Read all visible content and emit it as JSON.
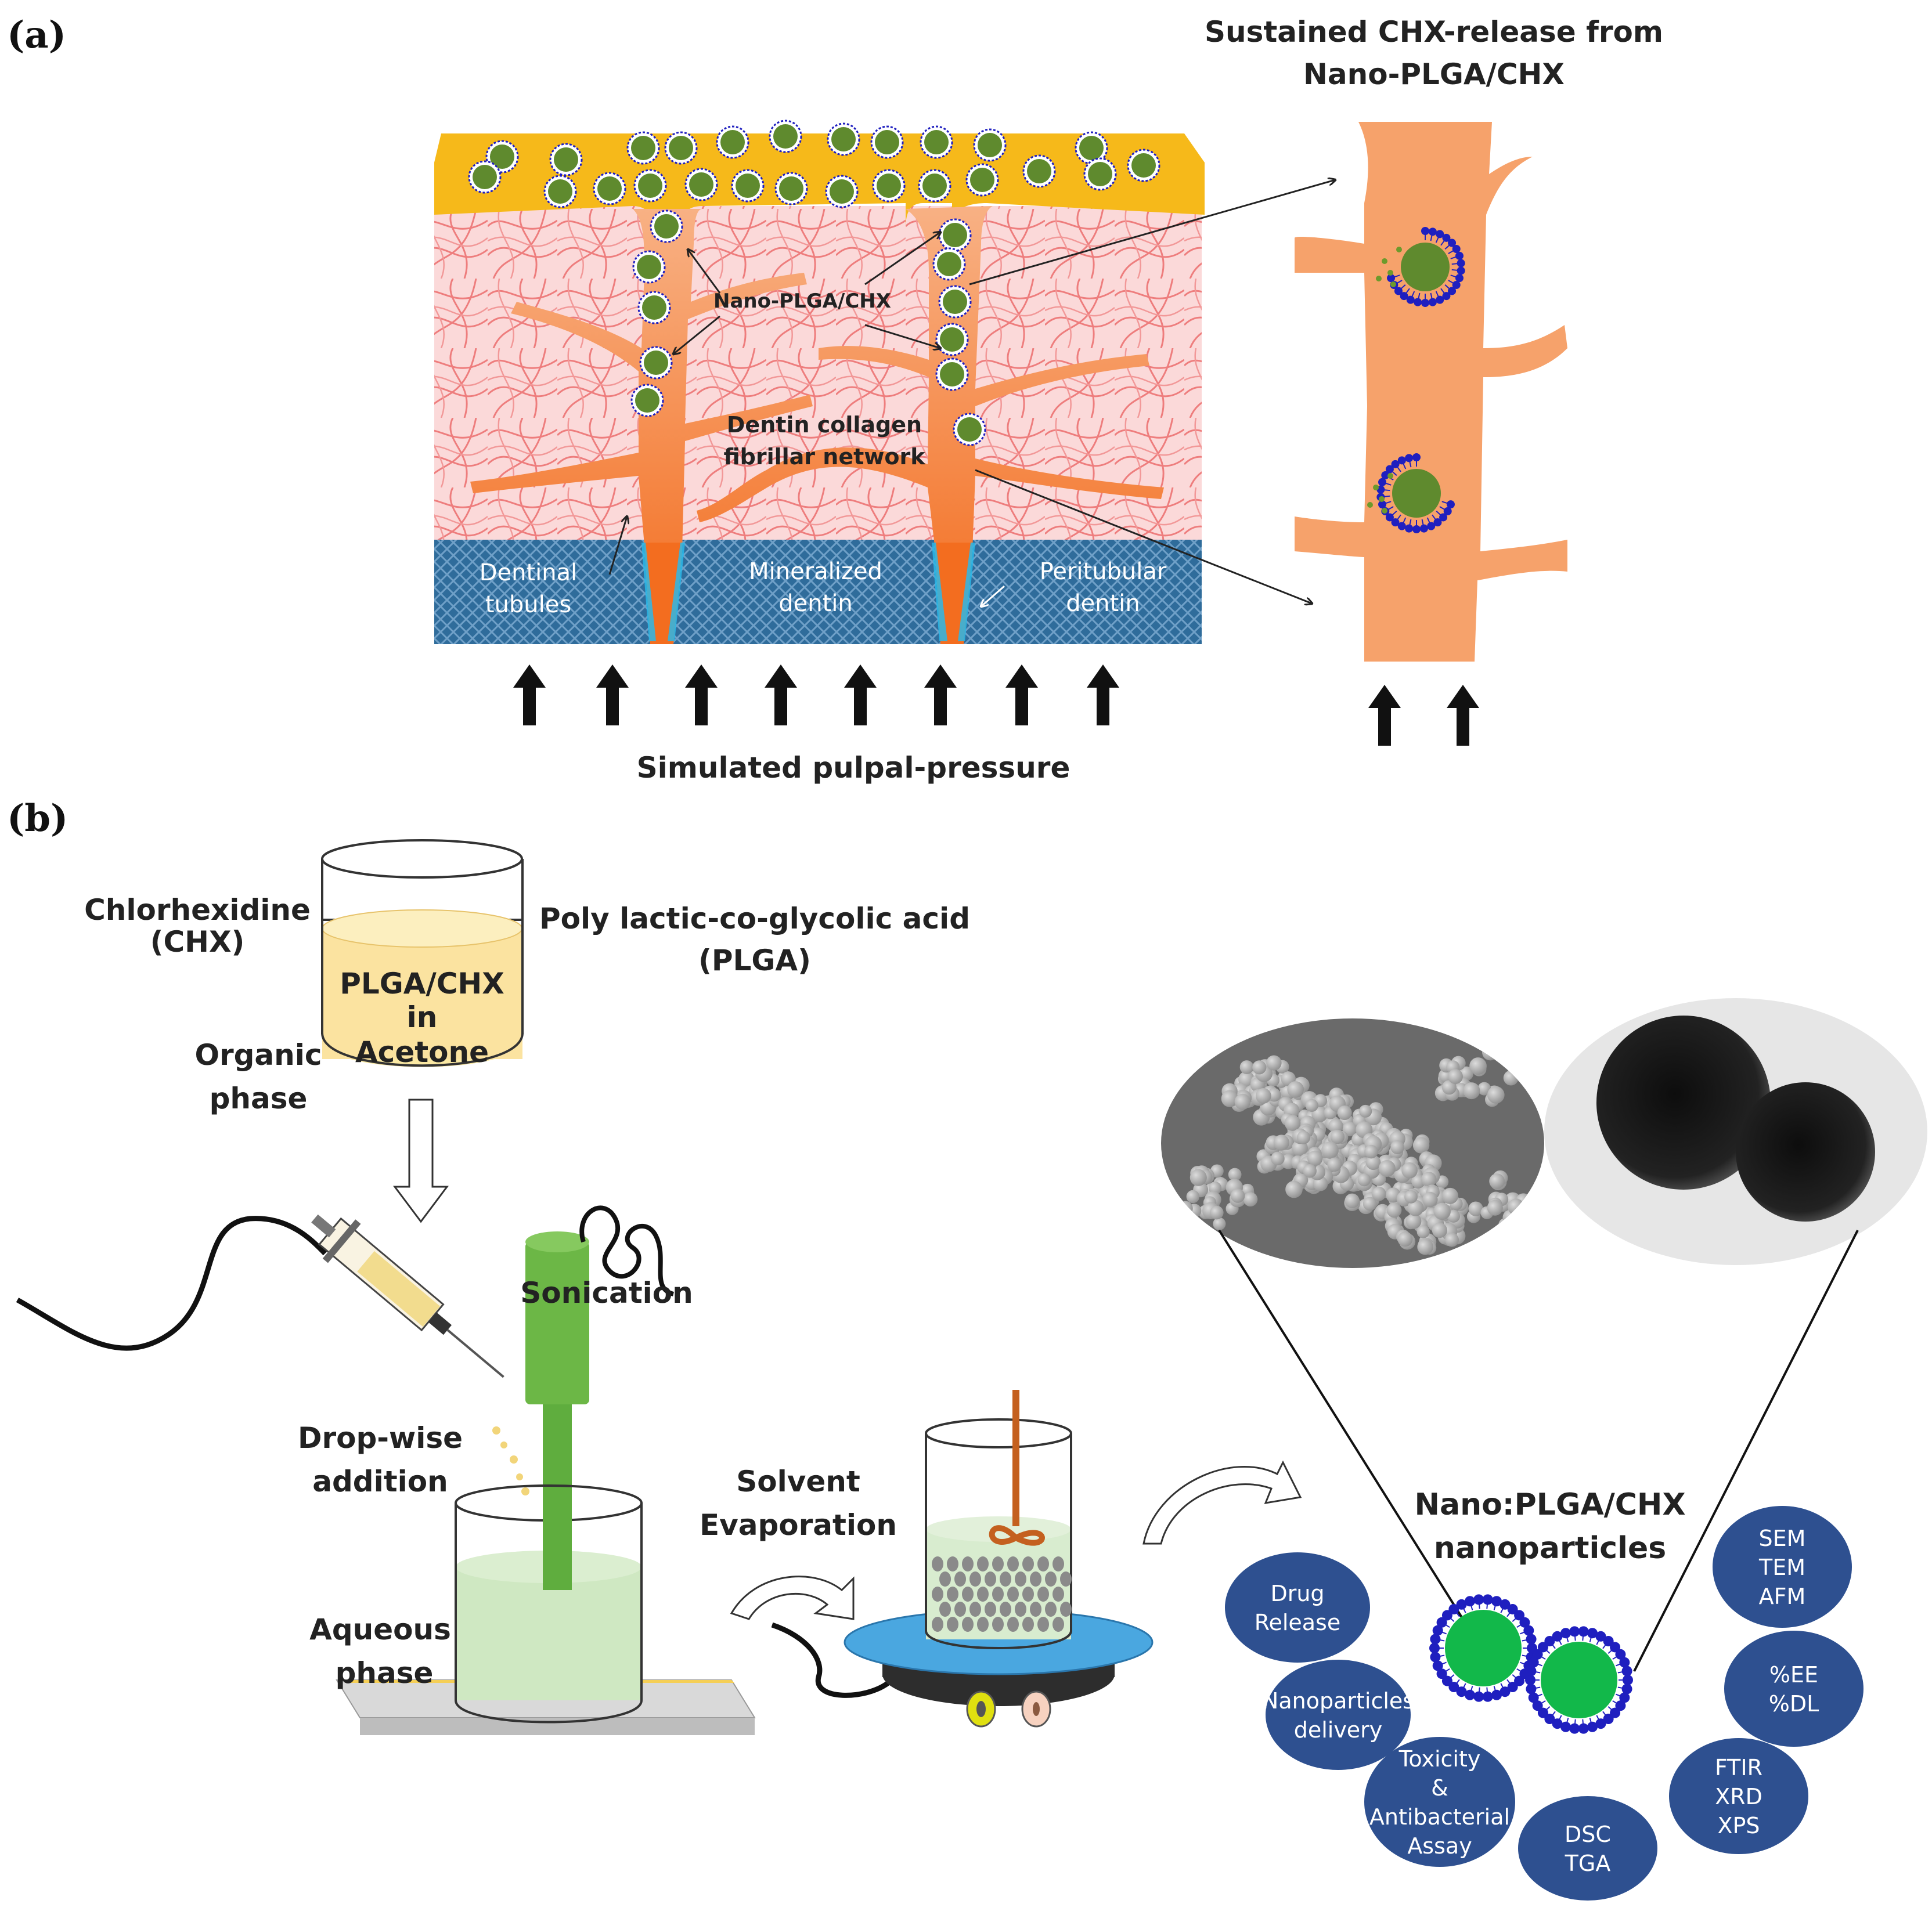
{
  "panel_a": {
    "label": "(a)",
    "title_line1": "Sustained CHX-release from",
    "title_line2": "Nano-PLGA/CHX",
    "nano_label": "Nano-PLGA/CHX",
    "collagen_line1": "Dentin collagen",
    "collagen_line2": "fibrillar network",
    "tubules_line1": "Dentinal",
    "tubules_line2": "tubules",
    "mineralized_line1": "Mineralized",
    "mineralized_line2": "dentin",
    "peritubular_line1": "Peritubular",
    "peritubular_line2": "dentin",
    "pressure_label": "Simulated pulpal-pressure"
  },
  "panel_b": {
    "label": "(b)",
    "chx_line1": "Chlorhexidine",
    "chx_line2": "(CHX)",
    "plga_line1": "Poly lactic-co-glycolic acid",
    "plga_line2": "(PLGA)",
    "beaker_line1": "PLGA/CHX",
    "beaker_line2": "in",
    "beaker_line3": "Acetone",
    "organic_line1": "Organic",
    "organic_line2": "phase",
    "sonication": "Sonication",
    "dropwise_line1": "Drop-wise",
    "dropwise_line2": "addition",
    "aqueous_line1": "Aqueous",
    "aqueous_line2": "phase",
    "solvent_line1": "Solvent",
    "solvent_line2": "Evaporation",
    "nano_title_line1": "Nano:PLGA/CHX",
    "nano_title_line2": "nanoparticles",
    "circles": [
      {
        "lines": [
          "Drug",
          "Release"
        ]
      },
      {
        "lines": [
          "Nanoparticles",
          "delivery"
        ]
      },
      {
        "lines": [
          "Toxicity",
          "&",
          "Antibacterial",
          "Assay"
        ]
      },
      {
        "lines": [
          "DSC",
          "TGA"
        ]
      },
      {
        "lines": [
          "FTIR",
          "XRD",
          "XPS"
        ]
      },
      {
        "lines": [
          "%EE",
          "%DL"
        ]
      },
      {
        "lines": [
          "SEM",
          "TEM",
          "AFM"
        ]
      }
    ]
  },
  "colors": {
    "adhesive": "#f6b91a",
    "collagen": "#f4a1a1",
    "tubule": "#f58a42",
    "mineral": "#2e6e9e",
    "particle": "#5f8a2e",
    "shell": "#1f1fbf",
    "circle_fill": "#2e5090",
    "green_particle": "#12b84a"
  }
}
